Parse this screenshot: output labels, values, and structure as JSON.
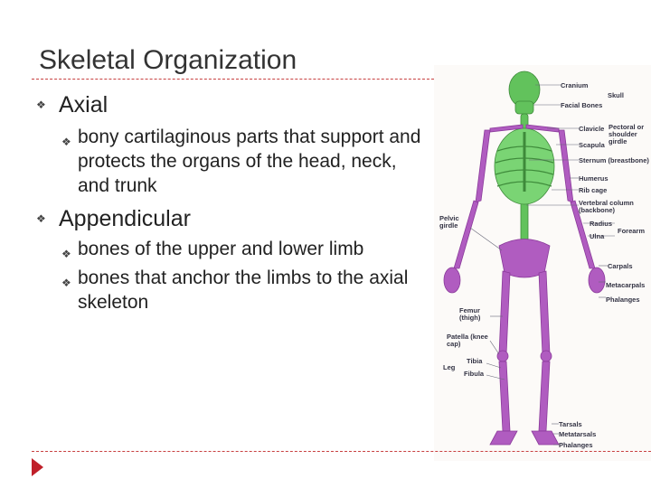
{
  "slide": {
    "title": "Skeletal Organization",
    "items": [
      {
        "label": "Axial",
        "subitems": [
          "bony cartilaginous parts that support and protects the organs of the head, neck, and trunk"
        ]
      },
      {
        "label": "Appendicular",
        "subitems": [
          "bones of the upper and lower limb",
          "bones that anchor the limbs to the axial skeleton"
        ]
      }
    ]
  },
  "figure": {
    "labels": {
      "cranium": "Cranium",
      "skull": "Skull",
      "facial_bones": "Facial Bones",
      "clavicle": "Clavicle",
      "scapula": "Scapula",
      "pectoral_girdle": "Pectoral or shoulder girdle",
      "sternum": "Sternum (breastbone)",
      "humerus": "Humerus",
      "rib_cage": "Rib cage",
      "vertebral_column": "Vertebral column (backbone)",
      "radius": "Radius",
      "ulna": "Ulna",
      "forearm": "Forearm",
      "pelvic_girdle": "Pelvic girdle",
      "carpals": "Carpals",
      "metacarpals": "Metacarpals",
      "phalanges_hand": "Phalanges",
      "femur": "Femur (thigh)",
      "patella": "Patella (knee cap)",
      "tibia": "Tibia",
      "fibula": "Fibula",
      "leg": "Leg",
      "tarsals": "Tarsals",
      "metatarsals": "Metatarsals",
      "phalanges_foot": "Phalanges"
    },
    "colors": {
      "axial": "#62c25c",
      "appendicular": "#b05cc0"
    }
  }
}
